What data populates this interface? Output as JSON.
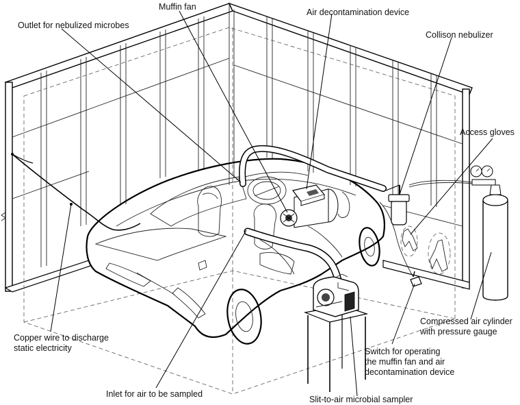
{
  "labels": {
    "muffin_fan": "Muffin fan",
    "air_decon": "Air decontamination device",
    "outlet": "Outlet for nebulized microbes",
    "collison": "Collison nebulizer",
    "gloves": "Access gloves",
    "cylinder_l1": "Compressed air cylinder",
    "cylinder_l2": "with pressure gauge",
    "switch_l1": "Switch for operating",
    "switch_l2": "the muffin fan and air",
    "switch_l3": "decontamination device",
    "copper_l1": "Copper wire to discharge",
    "copper_l2": "static electricity",
    "inlet": "Inlet for air to be sampled",
    "sampler": "Slit-to-air microbial sampler"
  }
}
